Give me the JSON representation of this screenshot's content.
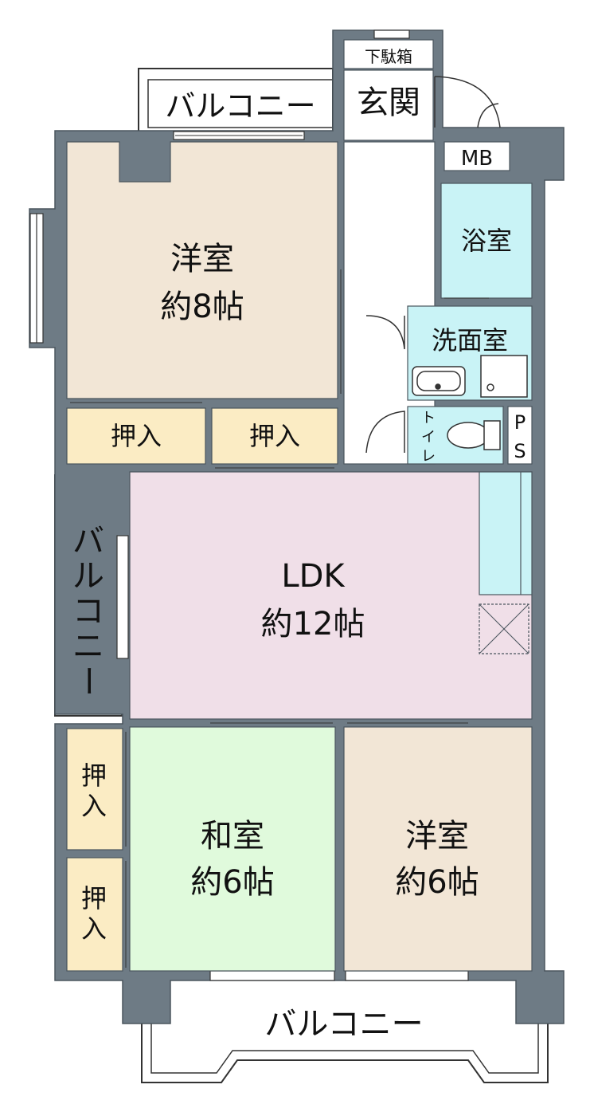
{
  "rooms": {
    "western_room_1": {
      "name": "洋室",
      "size": "約8帖",
      "color": "#f2e6d6"
    },
    "ldk": {
      "name": "LDK",
      "size": "約12帖",
      "color": "#f0dfe8"
    },
    "japanese_room": {
      "name": "和室",
      "size": "約6帖",
      "color": "#e0fadc"
    },
    "western_room_2": {
      "name": "洋室",
      "size": "約6帖",
      "color": "#f2e6d6"
    },
    "bathroom": {
      "name": "浴室",
      "color": "#c9f3f6"
    },
    "washroom": {
      "name": "洗面室",
      "color": "#c9f3f6"
    },
    "toilet": {
      "name": "トイレ",
      "chars": [
        "ト",
        "イ",
        "レ"
      ],
      "color": "#c9f3f6"
    },
    "entrance": {
      "name": "玄関"
    },
    "shoe_box": {
      "name": "下駄箱"
    },
    "mb": {
      "name": "MB"
    },
    "ps": {
      "chars": [
        "P",
        "S"
      ]
    }
  },
  "closets": {
    "label": "押入",
    "vertical_chars": [
      "押",
      "入"
    ],
    "color": "#fbecc4"
  },
  "balconies": {
    "top": "バルコニー",
    "left_chars": [
      "バ",
      "ル",
      "コ",
      "ニ",
      "ー"
    ],
    "bottom": "バルコニー"
  },
  "colors": {
    "wall": "#6e7b85",
    "wall_stroke": "#4b565e",
    "kitchen": "#c9f3f6"
  }
}
